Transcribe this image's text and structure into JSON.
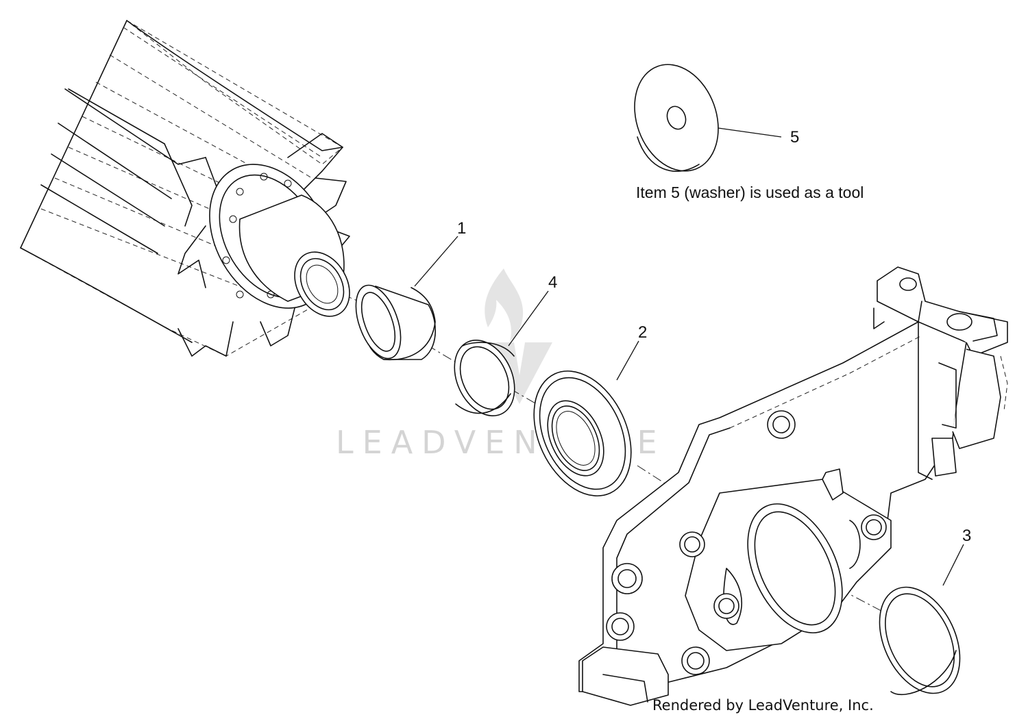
{
  "diagram": {
    "note": "Item 5 (washer) is used as a tool",
    "credit": "Rendered by LeadVenture, Inc.",
    "watermark": "LEADVENTURE",
    "callouts": [
      {
        "id": "1",
        "label": "1"
      },
      {
        "id": "2",
        "label": "2"
      },
      {
        "id": "3",
        "label": "3"
      },
      {
        "id": "4",
        "label": "4"
      },
      {
        "id": "5",
        "label": "5"
      }
    ]
  }
}
